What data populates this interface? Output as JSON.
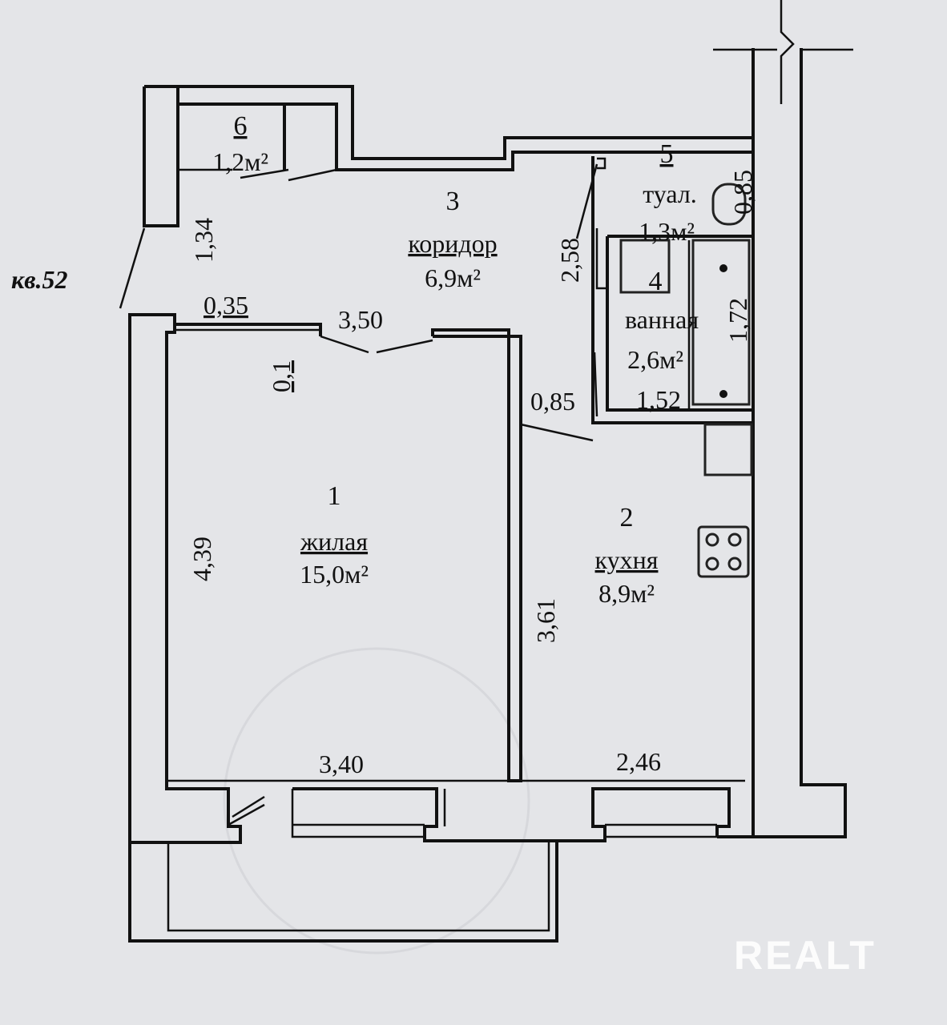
{
  "apartment_label": "кв.52",
  "rooms": [
    {
      "number": "1",
      "name": "жилая",
      "area": "15,0м²"
    },
    {
      "number": "2",
      "name": "кухня",
      "area": "8,9м²"
    },
    {
      "number": "3",
      "name": "коридор",
      "area": "6,9м²"
    },
    {
      "number": "4",
      "name": "ванная",
      "area": "2,6м²"
    },
    {
      "number": "5",
      "name": "туал.",
      "area": "1,3м²"
    },
    {
      "number": "6",
      "name": "",
      "area": "1,2м²"
    }
  ],
  "dimensions": {
    "storage_width": "1,34",
    "wall_thickness": "0,35",
    "living_top": "3,50",
    "threshold": "0,1",
    "living_length": "4,39",
    "living_width": "3,40",
    "corridor_length": "2,58",
    "kitchen_door": "0,85",
    "kitchen_length": "3,61",
    "kitchen_width": "2,46",
    "toilet_width": "0,85",
    "bath_length": "1,72",
    "bath_width": "1,52"
  },
  "watermark": "REALT"
}
